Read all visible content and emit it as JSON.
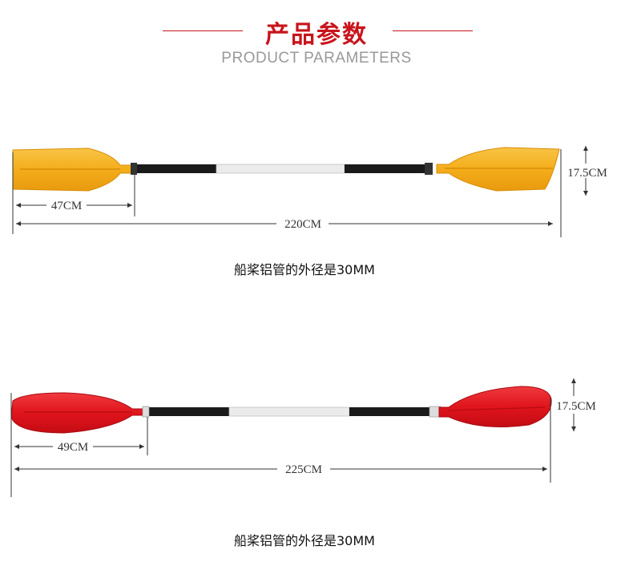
{
  "header": {
    "title_cn": "产品参数",
    "title_en": "PRODUCT PARAMETERS"
  },
  "colors": {
    "accent_red": "#c8141c",
    "yellow_blade": "#f4ad1a",
    "red_blade": "#e0141c",
    "shaft_black": "#1a1a1a",
    "shaft_silver": "#e6e6e6"
  },
  "paddles": [
    {
      "blade_color": "yellow",
      "blade_length_label": "47CM",
      "total_length_label": "220CM",
      "blade_width_label": "17.5CM",
      "caption": "船桨铝管的外径是30MM"
    },
    {
      "blade_color": "red",
      "blade_length_label": "49CM",
      "total_length_label": "225CM",
      "blade_width_label": "17.5CM",
      "caption": "船桨铝管的外径是30MM"
    }
  ]
}
